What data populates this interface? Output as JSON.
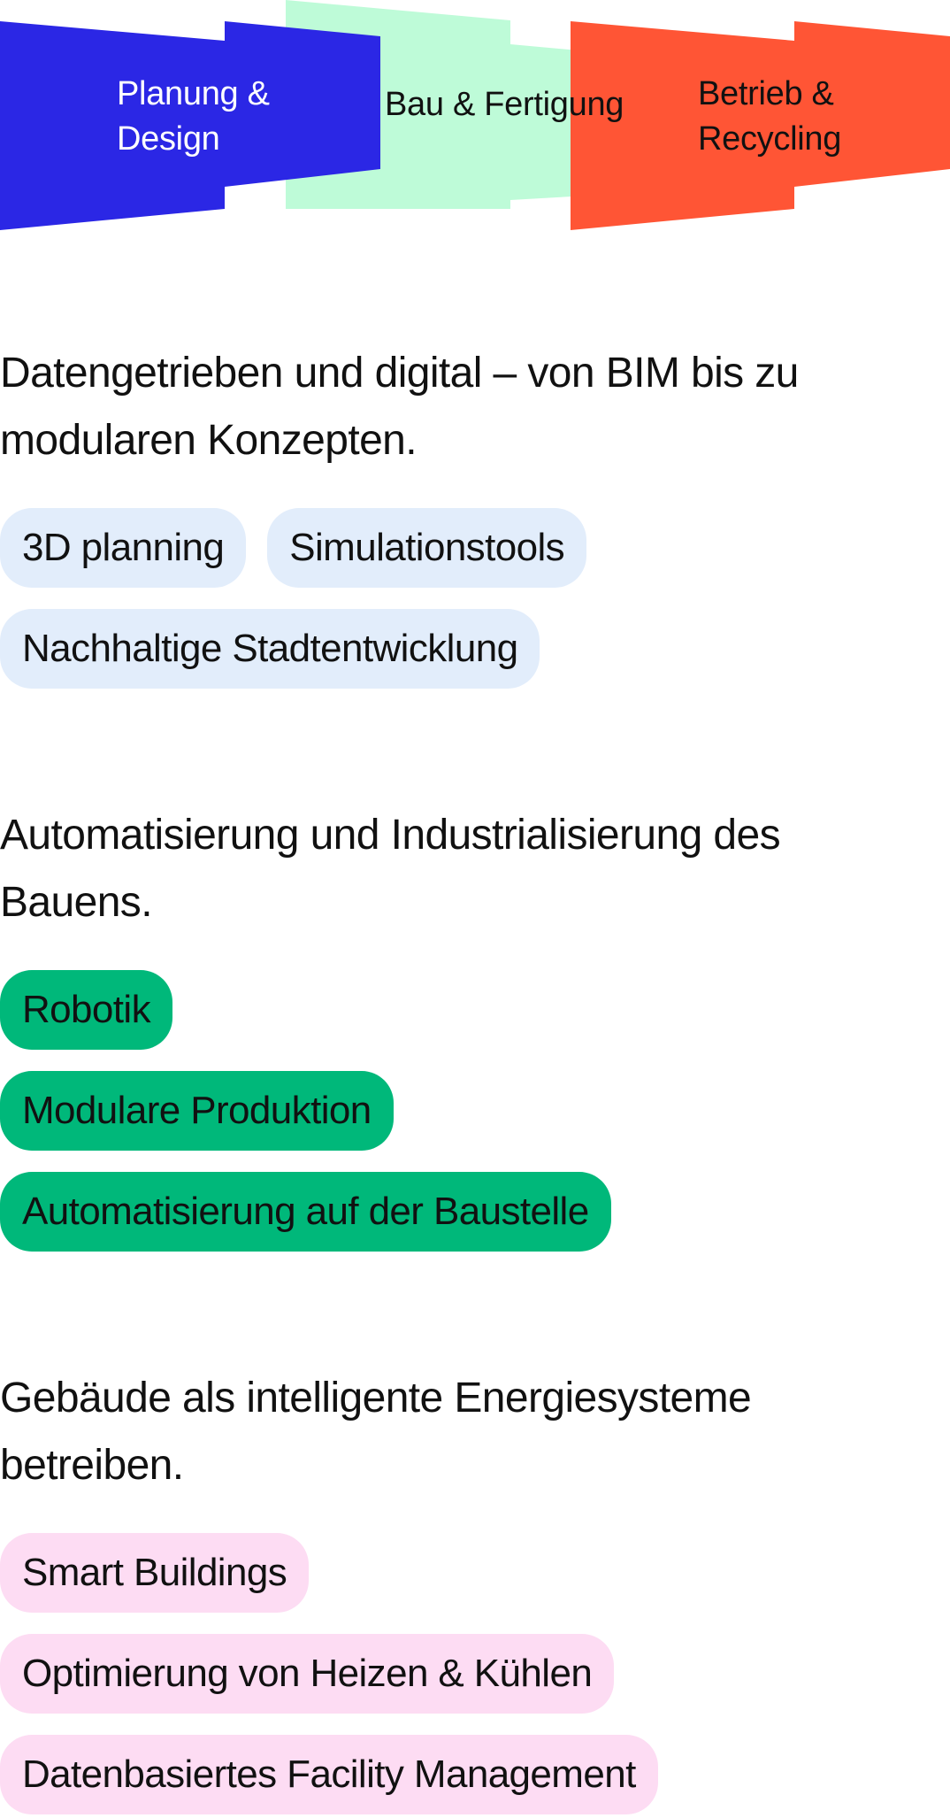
{
  "colors": {
    "phase_1": "#2b27e5",
    "phase_2": "#befbd8",
    "phase_3": "#ff5535",
    "tag_blue": "#e2edfb",
    "tag_green": "#00b87a",
    "tag_pink": "#fddcf3"
  },
  "banner": {
    "phases": [
      {
        "line1": "Planung &",
        "line2": "Design"
      },
      {
        "line1": "Bau & Fertigung",
        "line2": ""
      },
      {
        "line1": "Betrieb &",
        "line2": "Recycling"
      }
    ]
  },
  "sections": [
    {
      "heading": "Datengetrieben und digital – von BIM bis zu modularen Konzepten.",
      "tags": [
        "3D planning",
        "Simulationstools",
        "Nachhaltige Stadtentwicklung"
      ]
    },
    {
      "heading": "Automatisierung und Industrialisierung des Bauens.",
      "tags": [
        "Robotik",
        "Modulare Produktion",
        "Automatisierung auf der Baustelle"
      ]
    },
    {
      "heading": "Gebäude als intelligente Energiesysteme betreiben.",
      "tags": [
        "Smart Buildings",
        "Optimierung von Heizen & Kühlen",
        "Datenbasiertes Facility Management"
      ]
    }
  ]
}
